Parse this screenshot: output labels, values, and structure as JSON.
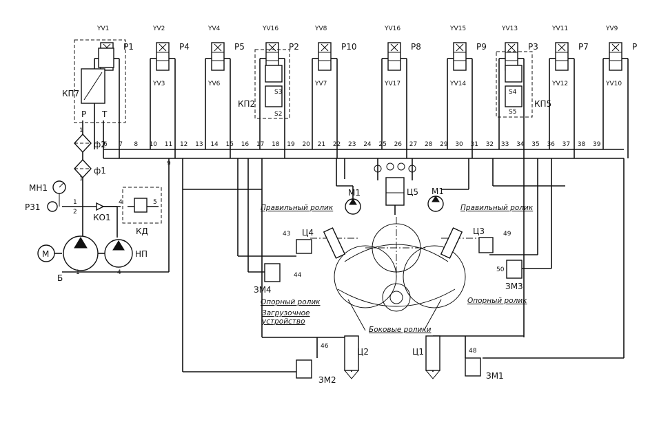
{
  "valves": [
    {
      "top": "YV1",
      "name": "P1",
      "bottom": ""
    },
    {
      "top": "YV2",
      "name": "P4",
      "bottom": "YV3"
    },
    {
      "top": "YV4",
      "name": "P5",
      "bottom": "YV6"
    },
    {
      "top": "YV16",
      "name": "P2",
      "bottom": ""
    },
    {
      "top": "YV8",
      "name": "P10",
      "bottom": "YV7"
    },
    {
      "top": "YV16",
      "name": "P8",
      "bottom": "YV17"
    },
    {
      "top": "YV15",
      "name": "P9",
      "bottom": "YV14"
    },
    {
      "top": "YV13",
      "name": "P3",
      "bottom": ""
    },
    {
      "top": "YV11",
      "name": "P7",
      "bottom": "YV12"
    },
    {
      "top": "YV9",
      "name": "P",
      "bottom": "YV10"
    }
  ],
  "labels": {
    "kp7": "КП7",
    "kp2": "КП2",
    "kp5": "КП5",
    "p": "P",
    "t": "T",
    "f2": "ф2",
    "f1": "ф1",
    "mn1": "МН1",
    "r31": "Р31",
    "ko1": "КО1",
    "kd": "КД",
    "motor": "М",
    "np": "НП",
    "b": "Б",
    "m1a": "М1",
    "m1b": "М1",
    "c5": "Ц5",
    "c4": "Ц4",
    "c3": "Ц3",
    "zm4": "ЗМ4",
    "zm3": "ЗМ3",
    "c2": "Ц2",
    "c1": "Ц1",
    "zm2": "ЗМ2",
    "zm1": "ЗМ1",
    "s3": "S3",
    "s2": "S2",
    "s4": "S4",
    "s5": "S5",
    "pravL": "Правильный ролик",
    "pravR": "Правильный ролик",
    "opL": "Опорный ролик",
    "opR": "Опорный ролик",
    "zag1": "Загрузочное",
    "zag2": "устройство",
    "bok": "Боковые ролики"
  },
  "port_numbers": [
    "6",
    "7",
    "8",
    "10",
    "11",
    "12",
    "13",
    "14",
    "15",
    "16",
    "17",
    "18",
    "19",
    "20",
    "21",
    "22",
    "23",
    "24",
    "25",
    "26",
    "27",
    "28",
    "29",
    "30",
    "31",
    "32",
    "33",
    "34",
    "35",
    "36",
    "37",
    "38",
    "39"
  ],
  "misc_numbers": {
    "n9": "9",
    "n1a": "1",
    "n1b": "1",
    "n1c": "1",
    "n1d": "1",
    "n2": "2",
    "n4a": "4",
    "n4b": "4",
    "n5": "5",
    "n43": "43",
    "n44": "44",
    "n49": "49",
    "n50": "50",
    "n46": "46",
    "n48": "48"
  }
}
